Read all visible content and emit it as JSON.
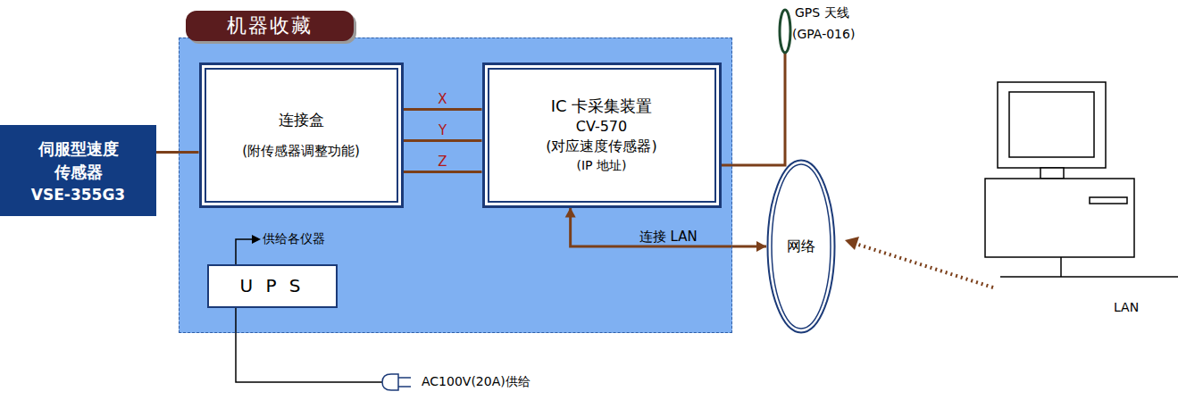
{
  "diagram": {
    "nodes": [
      {
        "text": [
          "机器收藏"
        ]
      },
      {
        "text": [
          "伺服型速度 传感器",
          "VSE-355G3"
        ]
      },
      {
        "text": [
          "连接盒",
          "(附传感器调整功能)"
        ],
        "in": 0
      },
      {
        "text": [
          "IC 卡采集装置",
          "CV-570",
          "(对应速度传感器)",
          "(IP 地址)"
        ],
        "in": 0
      },
      {
        "text": [
          "U P S"
        ],
        "in": 0
      },
      {
        "text": [
          "网络"
        ]
      }
    ],
    "edges": [
      {
        "from": 1,
        "to": 2,
        "arrow": "none"
      },
      {
        "from": 2,
        "to": 3,
        "label": "X",
        "arrow": "none"
      },
      {
        "from": 2,
        "to": 3,
        "label": "Y",
        "arrow": "none"
      },
      {
        "from": 2,
        "to": 3,
        "label": "Z",
        "arrow": "none"
      },
      {
        "from": 3,
        "to": 5,
        "label": "连接 LAN",
        "arrow": "both"
      }
    ],
    "labels": [
      "供给各仪器",
      "AC100V(20A)供给",
      "GPS 天线",
      "(GPA-016)",
      "LAN"
    ]
  }
}
